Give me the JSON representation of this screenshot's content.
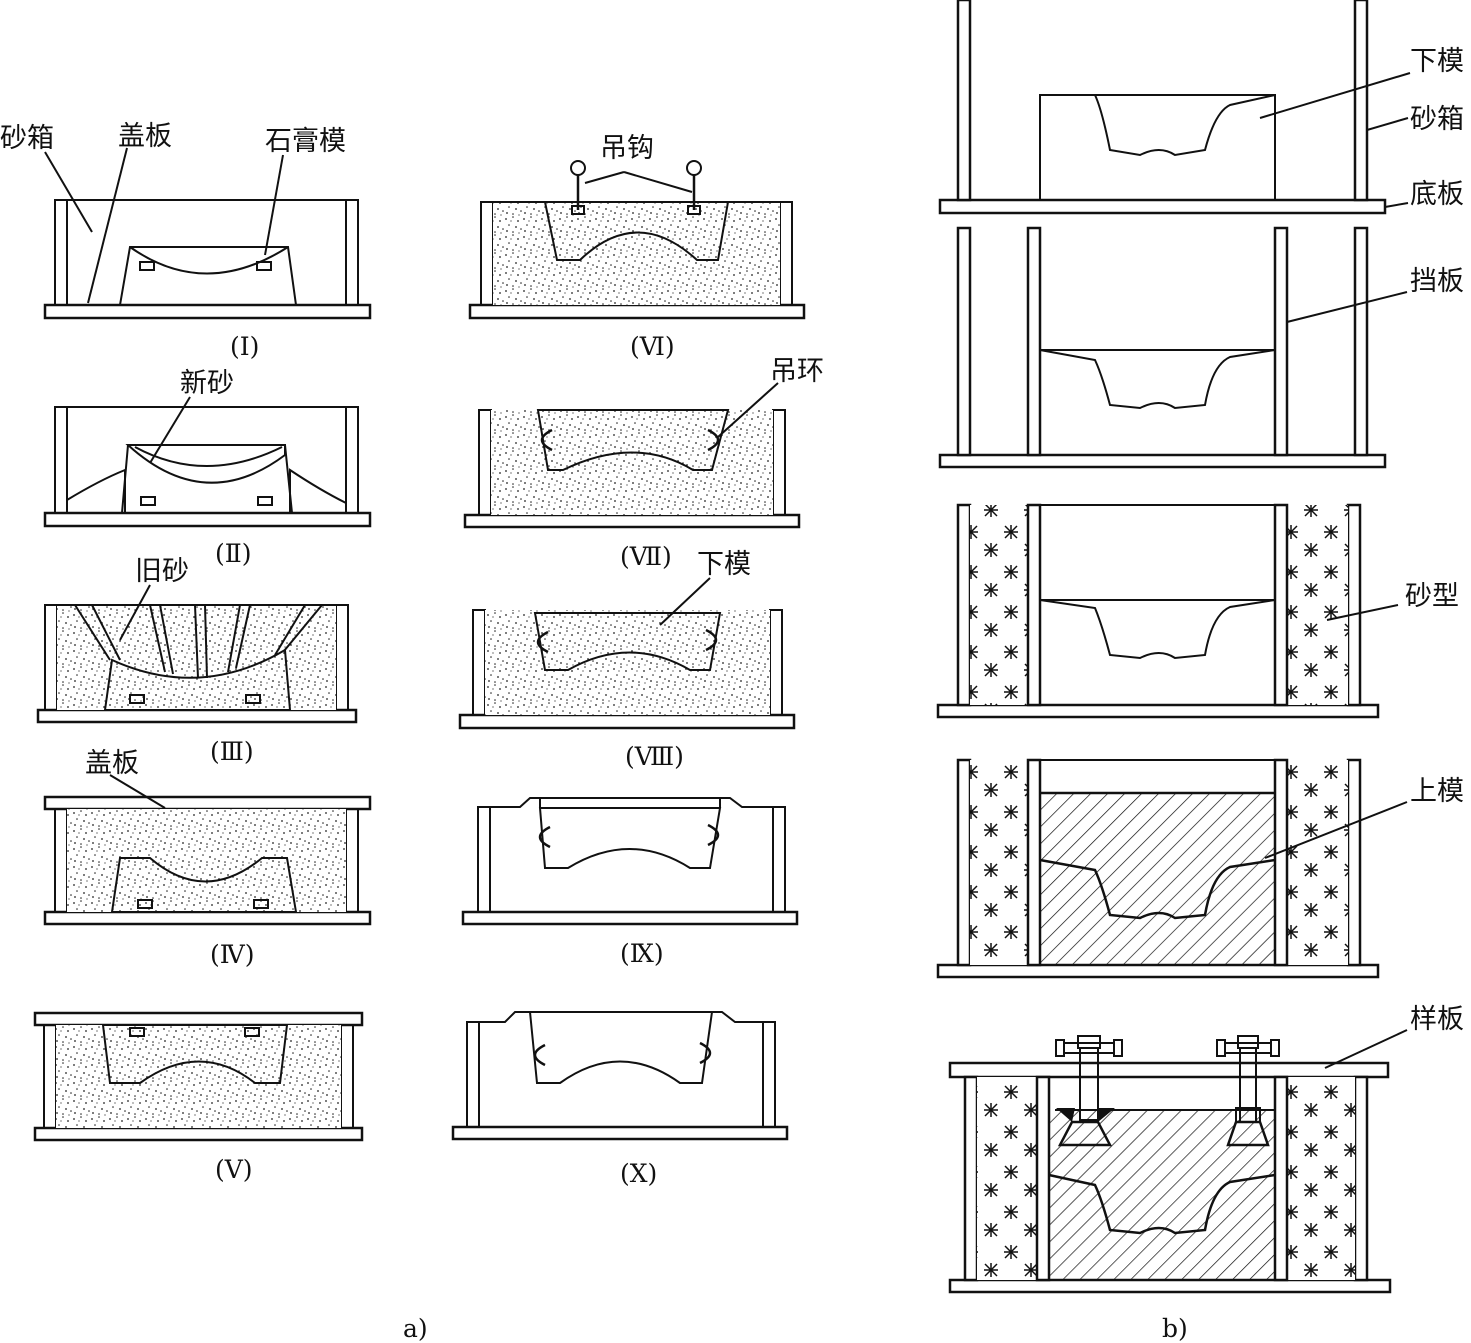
{
  "diagram_a": {
    "caption": "a)",
    "step_labels": [
      "(Ⅰ)",
      "(Ⅱ)",
      "(Ⅲ)",
      "(Ⅳ)",
      "(Ⅴ)",
      "(Ⅵ)",
      "(Ⅶ)",
      "(Ⅷ)",
      "(Ⅸ)",
      "(Ⅹ)"
    ],
    "annotations": {
      "flask": "砂箱",
      "cover_plate": "盖板",
      "plaster_pattern": "石膏模",
      "new_sand": "新砂",
      "old_sand": "旧砂",
      "cover_plate_2": "盖板",
      "hook": "吊钩",
      "lifting_ring": "吊环",
      "lower_mold": "下模"
    }
  },
  "diagram_b": {
    "caption": "b)",
    "annotations": {
      "lower_mold": "下模",
      "flask": "砂箱",
      "base_plate": "底板",
      "baffle": "挡板",
      "sand_mold": "砂型",
      "upper_mold": "上模",
      "template": "样板"
    }
  }
}
